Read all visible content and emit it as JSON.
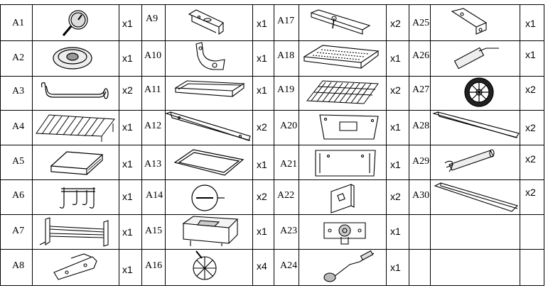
{
  "title": "",
  "parts": [
    {
      "id": "A1",
      "qty": "x1",
      "icon": "thermometer-icon"
    },
    {
      "id": "A2",
      "qty": "x1",
      "icon": "lid-handle-bracket-icon"
    },
    {
      "id": "A3",
      "qty": "x2",
      "icon": "curved-handle-bar-icon"
    },
    {
      "id": "A4",
      "qty": "x1",
      "icon": "warming-rack-icon"
    },
    {
      "id": "A5",
      "qty": "x1",
      "icon": "side-shelf-icon"
    },
    {
      "id": "A6",
      "qty": "x1",
      "icon": "tool-hook-rack-icon"
    },
    {
      "id": "A7",
      "qty": "x1",
      "icon": "frame-crossbar-icon"
    },
    {
      "id": "A8",
      "qty": "x1",
      "icon": "mounting-plate-icon"
    },
    {
      "id": "A9",
      "qty": "x1",
      "icon": "angle-bracket-icon"
    },
    {
      "id": "A10",
      "qty": "x1",
      "icon": "curved-bracket-icon"
    },
    {
      "id": "A11",
      "qty": "x1",
      "icon": "bottom-tray-icon"
    },
    {
      "id": "A12",
      "qty": "x2",
      "icon": "long-rail-icon"
    },
    {
      "id": "A13",
      "qty": "x1",
      "icon": "bottom-shelf-icon"
    },
    {
      "id": "A14",
      "qty": "x2",
      "icon": "round-knob-icon"
    },
    {
      "id": "A15",
      "qty": "x1",
      "icon": "grill-lid-icon"
    },
    {
      "id": "A16",
      "qty": "x4",
      "icon": "wheel-hub-icon"
    },
    {
      "id": "A17",
      "qty": "x2",
      "icon": "charcoal-pan-bracket-icon"
    },
    {
      "id": "A18",
      "qty": "x1",
      "icon": "charcoal-pan-icon"
    },
    {
      "id": "A19",
      "qty": "x2",
      "icon": "cooking-grate-icon"
    },
    {
      "id": "A20",
      "qty": "x1",
      "icon": "front-panel-icon"
    },
    {
      "id": "A21",
      "qty": "x1",
      "icon": "side-panel-icon"
    },
    {
      "id": "A22",
      "qty": "x2",
      "icon": "small-panel-icon"
    },
    {
      "id": "A23",
      "qty": "x1",
      "icon": "crank-bracket-icon"
    },
    {
      "id": "A24",
      "qty": "x1",
      "icon": "crank-handle-icon"
    },
    {
      "id": "A25",
      "qty": "x1",
      "icon": "hinge-bracket-icon"
    },
    {
      "id": "A26",
      "qty": "x1",
      "icon": "axle-handle-icon"
    },
    {
      "id": "A27",
      "qty": "x2",
      "icon": "wheel-icon"
    },
    {
      "id": "A28",
      "qty": "x2",
      "icon": "angle-rail-icon"
    },
    {
      "id": "A29",
      "qty": "x2",
      "icon": "leg-tube-icon"
    },
    {
      "id": "A30",
      "qty": "x2",
      "icon": "channel-rail-icon"
    }
  ]
}
